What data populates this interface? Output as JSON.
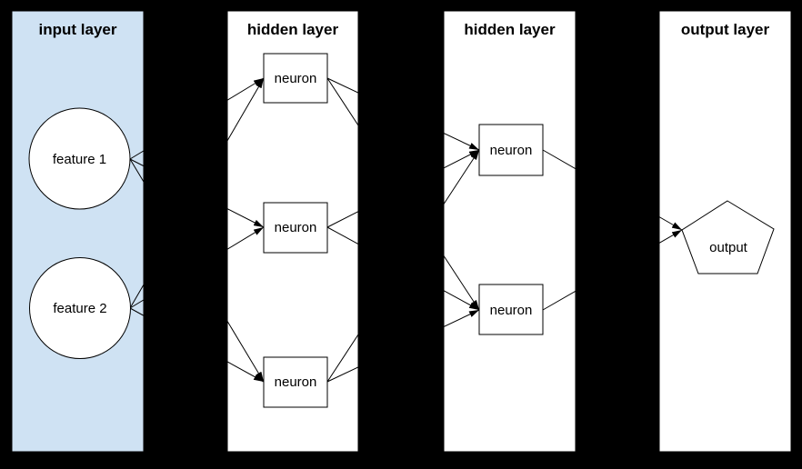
{
  "diagram": {
    "kind": "neural-network",
    "layers": [
      {
        "title": "input layer",
        "panel_fill": "#cfe2f3",
        "nodes": [
          {
            "label": "feature 1",
            "shape": "circle"
          },
          {
            "label": "feature 2",
            "shape": "circle"
          }
        ]
      },
      {
        "title": "hidden layer",
        "panel_fill": "#ffffff",
        "nodes": [
          {
            "label": "neuron",
            "shape": "rectangle"
          },
          {
            "label": "neuron",
            "shape": "rectangle"
          },
          {
            "label": "neuron",
            "shape": "rectangle"
          }
        ]
      },
      {
        "title": "hidden layer",
        "panel_fill": "#ffffff",
        "nodes": [
          {
            "label": "neuron",
            "shape": "rectangle"
          },
          {
            "label": "neuron",
            "shape": "rectangle"
          }
        ]
      },
      {
        "title": "output layer",
        "panel_fill": "#ffffff",
        "nodes": [
          {
            "label": "output",
            "shape": "pentagon"
          }
        ]
      }
    ],
    "edges": [
      {
        "from": "feature 1",
        "to": "hidden1 neuron 1"
      },
      {
        "from": "feature 1",
        "to": "hidden1 neuron 2"
      },
      {
        "from": "feature 1",
        "to": "hidden1 neuron 3"
      },
      {
        "from": "feature 2",
        "to": "hidden1 neuron 1"
      },
      {
        "from": "feature 2",
        "to": "hidden1 neuron 2"
      },
      {
        "from": "feature 2",
        "to": "hidden1 neuron 3"
      },
      {
        "from": "hidden1 neuron 1",
        "to": "hidden2 neuron 1"
      },
      {
        "from": "hidden1 neuron 1",
        "to": "hidden2 neuron 2"
      },
      {
        "from": "hidden1 neuron 2",
        "to": "hidden2 neuron 1"
      },
      {
        "from": "hidden1 neuron 2",
        "to": "hidden2 neuron 2"
      },
      {
        "from": "hidden1 neuron 3",
        "to": "hidden2 neuron 1"
      },
      {
        "from": "hidden1 neuron 3",
        "to": "hidden2 neuron 2"
      },
      {
        "from": "hidden2 neuron 1",
        "to": "output"
      },
      {
        "from": "hidden2 neuron 2",
        "to": "output"
      }
    ],
    "colors": {
      "background": "#000000",
      "input_panel": "#cfe2f3",
      "panel": "#ffffff",
      "node_fill": "#ffffff",
      "stroke": "#000000"
    }
  }
}
